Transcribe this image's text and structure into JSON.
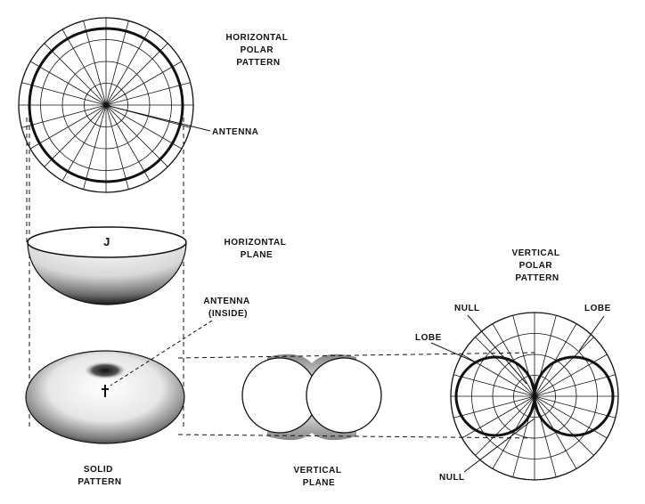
{
  "labels": {
    "horizontal_polar_pattern": [
      "HORIZONTAL",
      "POLAR",
      "PATTERN"
    ],
    "antenna": "ANTENNA",
    "horizontal_plane": [
      "HORIZONTAL",
      "PLANE"
    ],
    "antenna_inside": [
      "ANTENNA",
      "(INSIDE)"
    ],
    "solid_pattern": [
      "SOLID",
      "PATTERN"
    ],
    "vertical_plane": [
      "VERTICAL",
      "PLANE"
    ],
    "vertical_polar_pattern": [
      "VERTICAL",
      "POLAR",
      "PATTERN"
    ],
    "null_top": "NULL",
    "null_bottom": "NULL",
    "lobe_left": "LOBE",
    "lobe_right": "LOBE",
    "antenna_glyph": "J"
  },
  "colors": {
    "ink": "#111111",
    "paper": "#ffffff"
  }
}
